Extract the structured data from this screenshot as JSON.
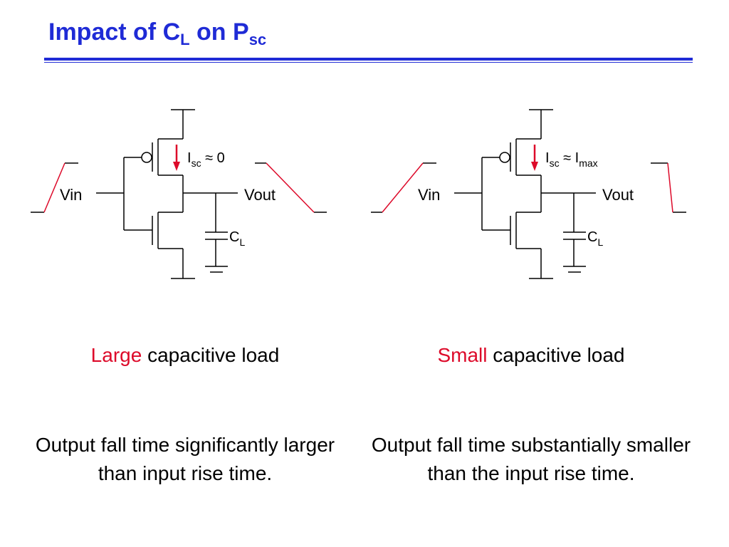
{
  "colors": {
    "title": "#1f2bd6",
    "rule": "#1f2bd6",
    "accent": "#dd0a2a",
    "ink": "#000000"
  },
  "title": {
    "text": "Impact of C",
    "sub1": "L",
    "mid": " on P",
    "sub2": "sc"
  },
  "left": {
    "vin_label": "Vin",
    "vout_label": "Vout",
    "current_main": "I",
    "current_sub": "sc",
    "current_rel": " ≈ ",
    "current_value": "0",
    "current_value_sub": "",
    "cap_main": "C",
    "cap_sub": "L",
    "load_highlight": "Large",
    "load_rest": " capacitive load",
    "description": "Output fall time significantly larger than input rise time."
  },
  "right": {
    "vin_label": "Vin",
    "vout_label": "Vout",
    "current_main": "I",
    "current_sub": "sc",
    "current_rel": " ≈ ",
    "current_value": "I",
    "current_value_sub": "max",
    "cap_main": "C",
    "cap_sub": "L",
    "load_highlight": "Small",
    "load_rest": " capacitive load",
    "description": "Output fall time substantially smaller than the input rise time."
  }
}
